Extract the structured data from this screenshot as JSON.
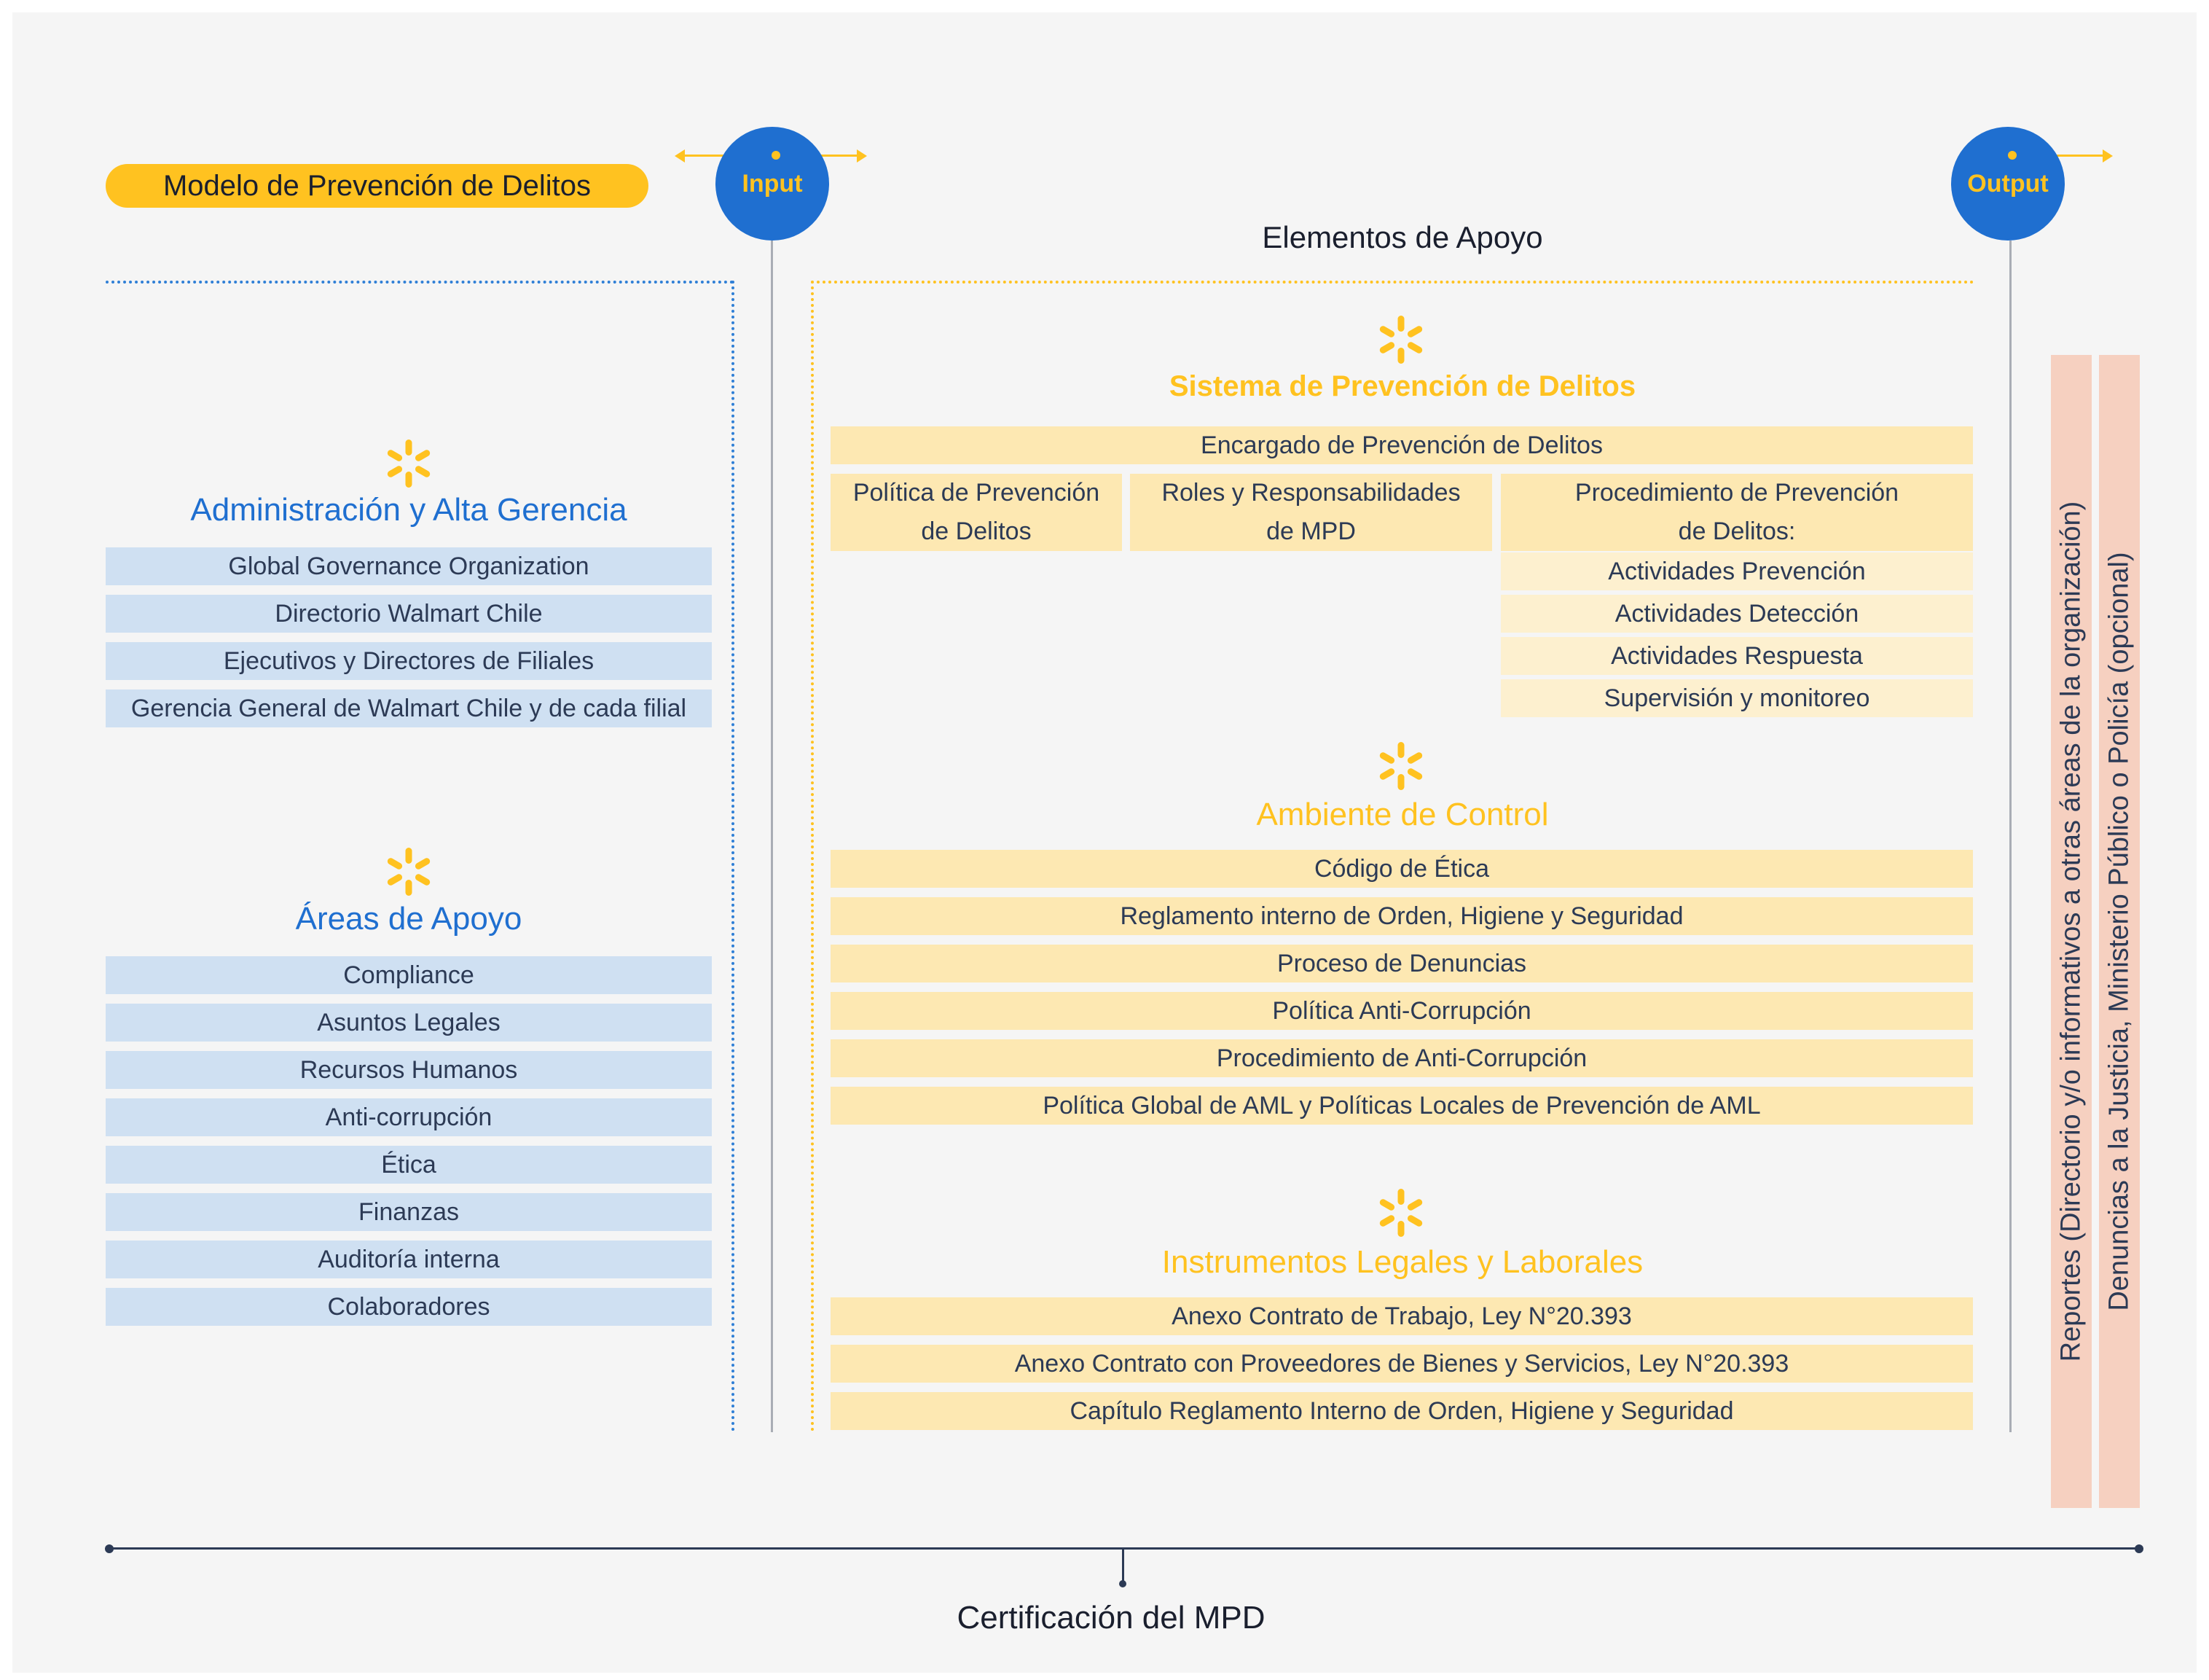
{
  "title": "Modelo de Prevención de Delitos",
  "input_label": "Input",
  "output_label": "Output",
  "elementos_apoyo": "Elementos de Apoyo",
  "admin": {
    "heading": "Administración y Alta Gerencia",
    "items": [
      "Global Governance Organization",
      "Directorio Walmart Chile",
      "Ejecutivos y Directores de Filiales",
      "Gerencia General de Walmart Chile y de cada filial"
    ]
  },
  "areas": {
    "heading": "Áreas de Apoyo",
    "items": [
      "Compliance",
      "Asuntos Legales",
      "Recursos Humanos",
      "Anti-corrupción",
      "Ética",
      "Finanzas",
      "Auditoría interna",
      "Colaboradores"
    ]
  },
  "sistema": {
    "heading": "Sistema de Prevención de Delitos",
    "encargado": "Encargado de Prevención de Delitos",
    "politica_l1": "Política de Prevención",
    "politica_l2": "de Delitos",
    "roles_l1": "Roles y Responsabilidades",
    "roles_l2": "de MPD",
    "procedimiento_l1": "Procedimiento de Prevención",
    "procedimiento_l2": "de Delitos:",
    "actividades": [
      "Actividades Prevención",
      "Actividades Detección",
      "Actividades Respuesta",
      "Supervisión y monitoreo"
    ]
  },
  "ambiente": {
    "heading": "Ambiente de Control",
    "items": [
      "Código de Ética",
      "Reglamento interno de Orden, Higiene y Seguridad",
      "Proceso de Denuncias",
      "Política Anti-Corrupción",
      "Procedimiento de Anti-Corrupción",
      "Política Global de AML y Políticas Locales de Prevención de AML"
    ]
  },
  "instrumentos": {
    "heading": "Instrumentos Legales y Laborales",
    "items": [
      "Anexo Contrato de Trabajo, Ley N°20.393",
      "Anexo Contrato con Proveedores de Bienes y Servicios, Ley N°20.393",
      "Capítulo Reglamento Interno de Orden, Higiene y Seguridad"
    ]
  },
  "outputs": {
    "reportes": "Reportes (Directorio y/o informativos a otras áreas de la organización)",
    "denuncias": "Denuncias a la Justicia, Ministerio Público o Policía (opcional)"
  },
  "certificacion": "Certificación del MPD",
  "colors": {
    "brand_blue": "#1f6fd0",
    "brand_yellow": "#ffc220",
    "light_blue": "#cfe0f2",
    "light_yellow": "#fde8b2",
    "salmon": "#f6d0c0"
  }
}
